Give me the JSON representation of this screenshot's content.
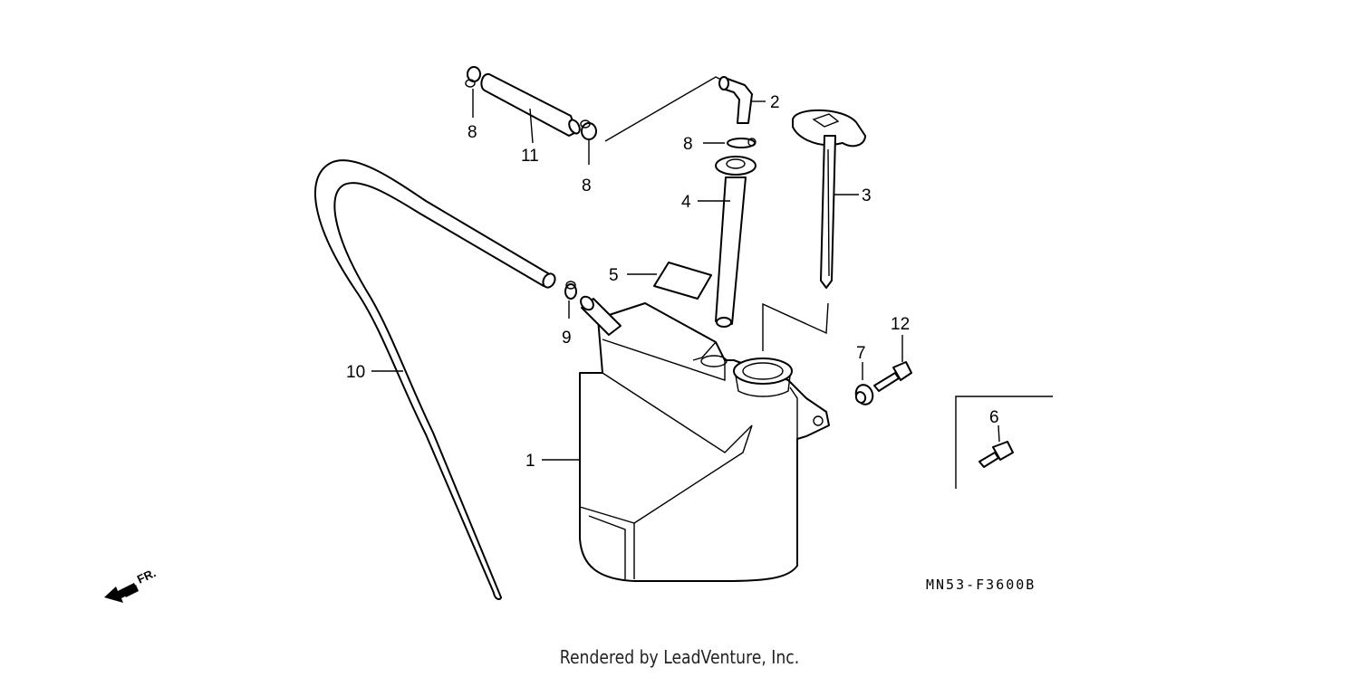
{
  "diagram": {
    "callouts": {
      "p1": "1",
      "p2": "2",
      "p3": "3",
      "p4": "4",
      "p5": "5",
      "p6": "6",
      "p7": "7",
      "p8a": "8",
      "p8b": "8",
      "p8c": "8",
      "p9": "9",
      "p10": "10",
      "p11": "11",
      "p12": "12"
    },
    "diagram_code": "MN53-F3600B",
    "direction_label": "FR."
  },
  "footer": {
    "credit": "Rendered by LeadVenture, Inc."
  }
}
